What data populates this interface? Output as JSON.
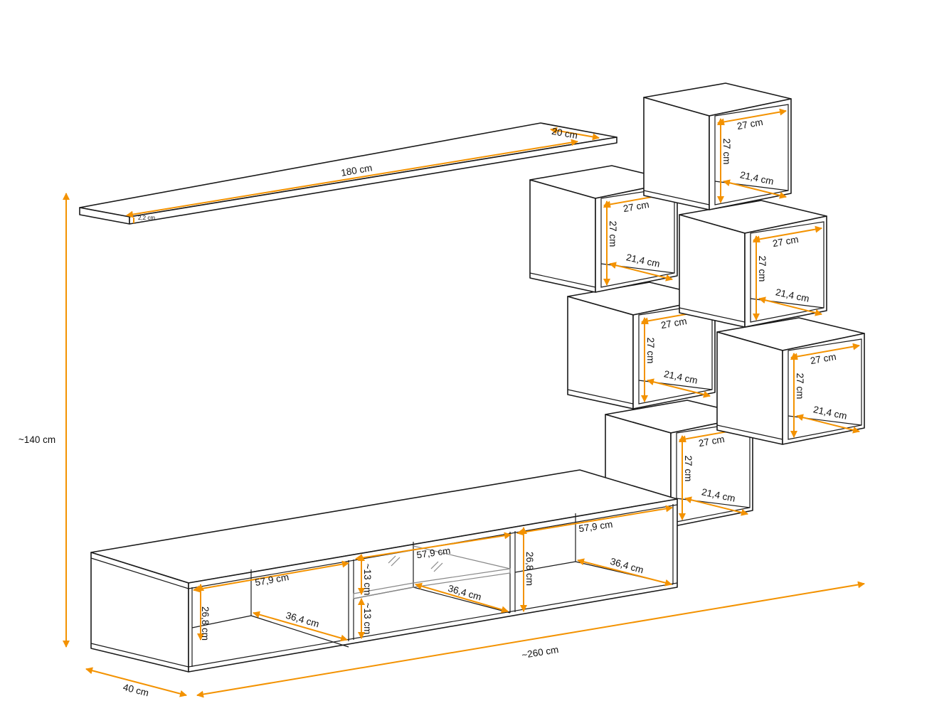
{
  "colors": {
    "dimension": "#f39200",
    "outline": "#1a1a1a"
  },
  "shelf": {
    "length": "180 cm",
    "depth": "20 cm",
    "thickness": "2,2 cm"
  },
  "overall": {
    "height": "~140 cm",
    "width": "~260 cm",
    "depth": "40 cm"
  },
  "cubes": [
    {
      "width": "27 cm",
      "height": "27 cm",
      "depth": "21,4 cm"
    },
    {
      "width": "27 cm",
      "height": "27 cm",
      "depth": "21,4 cm"
    },
    {
      "width": "27 cm",
      "height": "27 cm",
      "depth": "21,4 cm"
    },
    {
      "width": "27 cm",
      "height": "27 cm",
      "depth": "21,4 cm"
    },
    {
      "width": "27 cm",
      "height": "27 cm",
      "depth": "21,4 cm"
    },
    {
      "width": "27 cm",
      "height": "27 cm",
      "depth": "21,4 cm"
    }
  ],
  "lowboard": {
    "left": {
      "width": "57,9 cm",
      "height": "26,8 cm",
      "depth": "36,4 cm"
    },
    "middle": {
      "width": "57,9 cm",
      "upper_height": "~13 cm",
      "lower_height": "~13 cm",
      "depth": "36,4 cm"
    },
    "right": {
      "width": "57,9 cm",
      "height": "26,8 cm",
      "depth": "36,4 cm"
    }
  }
}
